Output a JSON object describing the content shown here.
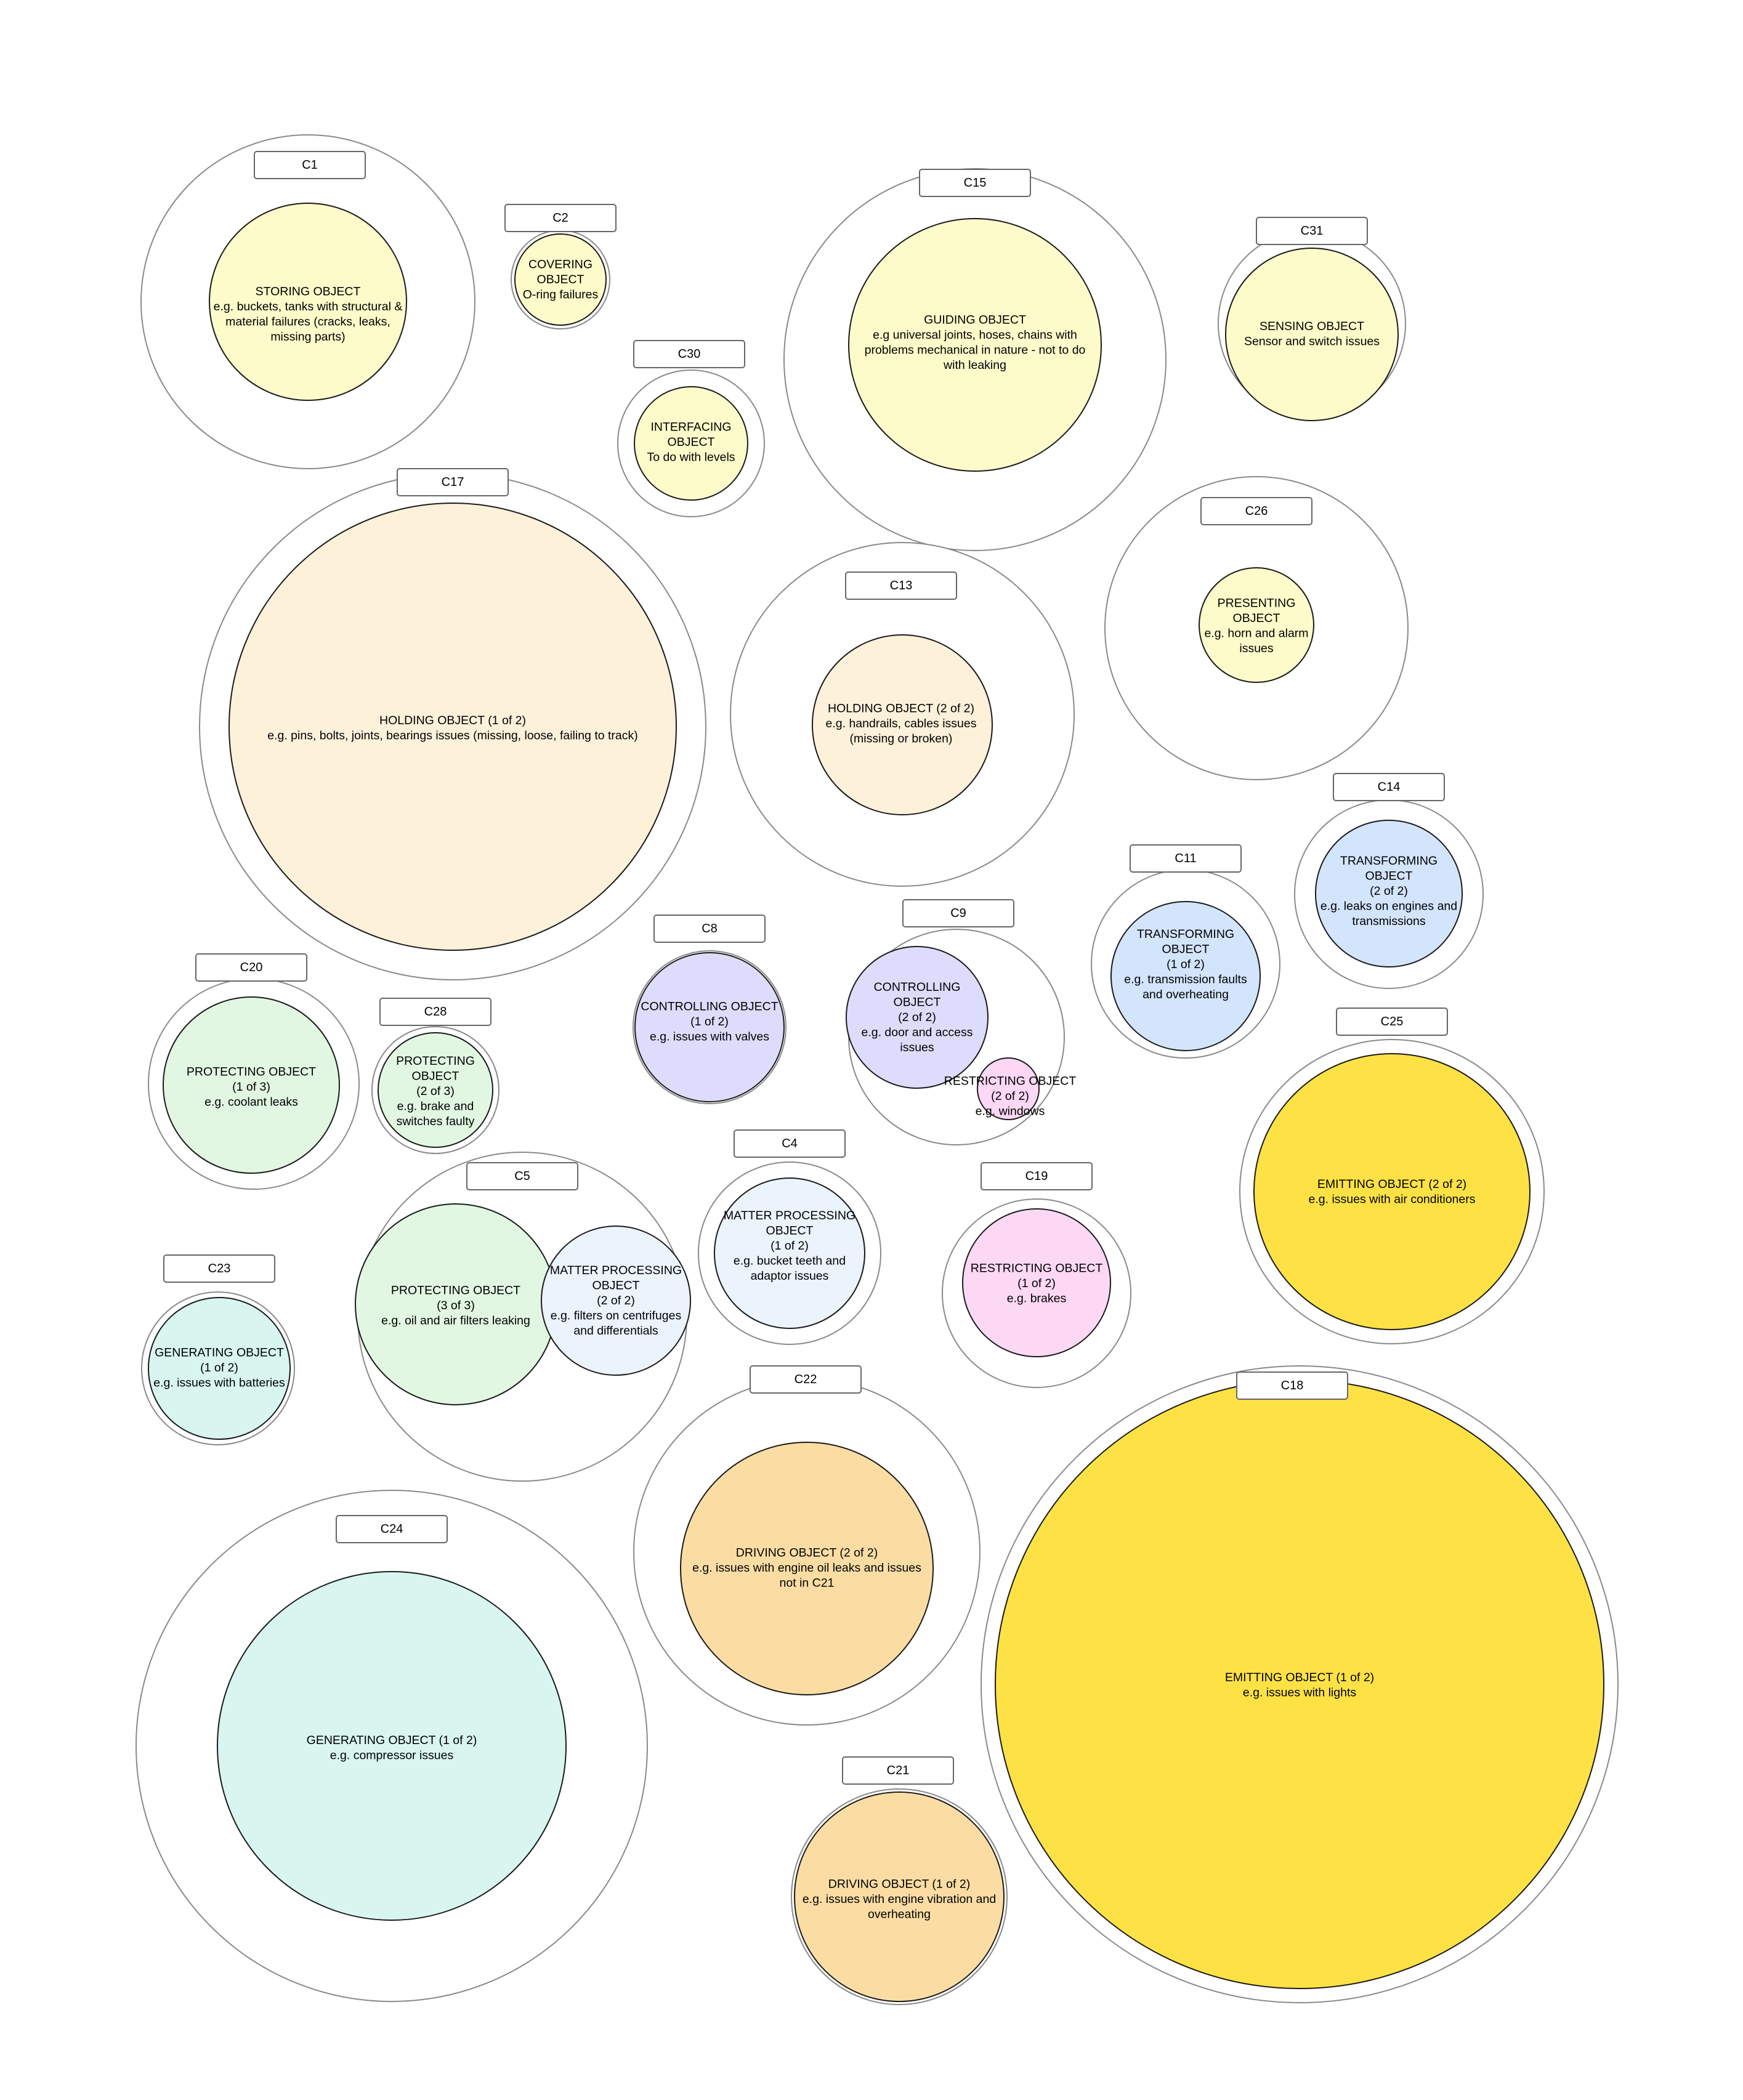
{
  "colors": {
    "yellow_light": "#fdfbca",
    "cream": "#fdf1da",
    "lavender": "#dedcfc",
    "light_blue": "#d3e4fd",
    "pale_blue": "#ebf3fd",
    "light_green": "#e1f7e2",
    "mint": "#d8f6ef",
    "pink": "#fdd8f5",
    "orange": "#fbdda4",
    "yellow": "#fee245",
    "outer_stroke": "#8a8a8a"
  },
  "clusters": [
    {
      "id": "C1",
      "label": "C1",
      "objects": [
        {
          "color": "yellow_light",
          "lines": [
            "STORING OBJECT",
            "e.g. buckets, tanks with structural &",
            "material failures (cracks, leaks,",
            "missing parts)"
          ]
        }
      ]
    },
    {
      "id": "C2",
      "label": "C2",
      "objects": [
        {
          "color": "yellow_light",
          "lines": [
            "COVERING",
            "OBJECT",
            "O-ring failures"
          ]
        }
      ]
    },
    {
      "id": "C30",
      "label": "C30",
      "objects": [
        {
          "color": "yellow_light",
          "lines": [
            "INTERFACING",
            "OBJECT",
            "To do with levels"
          ]
        }
      ]
    },
    {
      "id": "C15",
      "label": "C15",
      "objects": [
        {
          "color": "yellow_light",
          "lines": [
            "GUIDING OBJECT",
            "e.g universal joints, hoses, chains with",
            "problems mechanical in nature - not to do",
            "with leaking"
          ]
        }
      ]
    },
    {
      "id": "C31",
      "label": "C31",
      "objects": [
        {
          "color": "yellow_light",
          "lines": [
            "SENSING OBJECT",
            "Sensor and switch issues"
          ]
        }
      ]
    },
    {
      "id": "C17",
      "label": "C17",
      "objects": [
        {
          "color": "cream",
          "lines": [
            "HOLDING OBJECT (1 of 2)",
            "e.g. pins, bolts, joints, bearings issues (missing, loose, failing to track)"
          ]
        }
      ]
    },
    {
      "id": "C13",
      "label": "C13",
      "objects": [
        {
          "color": "cream",
          "lines": [
            "HOLDING OBJECT (2 of 2)",
            "e.g. handrails, cables issues",
            "(missing or broken)"
          ]
        }
      ]
    },
    {
      "id": "C26",
      "label": "C26",
      "objects": [
        {
          "color": "yellow_light",
          "lines": [
            "PRESENTING",
            "OBJECT",
            "e.g. horn and alarm",
            "issues"
          ]
        }
      ]
    },
    {
      "id": "C14",
      "label": "C14",
      "objects": [
        {
          "color": "light_blue",
          "lines": [
            "TRANSFORMING",
            "OBJECT",
            "(2 of 2)",
            "e.g. leaks on engines and",
            "transmissions"
          ]
        }
      ]
    },
    {
      "id": "C11",
      "label": "C11",
      "objects": [
        {
          "color": "light_blue",
          "lines": [
            "TRANSFORMING",
            "OBJECT",
            "(1 of 2)",
            "e.g. transmission faults",
            "and overheating"
          ]
        }
      ]
    },
    {
      "id": "C8",
      "label": "C8",
      "objects": [
        {
          "color": "lavender",
          "lines": [
            "CONTROLLING OBJECT",
            "(1 of 2)",
            "e.g. issues with valves"
          ]
        }
      ]
    },
    {
      "id": "C9",
      "label": "C9",
      "objects": [
        {
          "color": "lavender",
          "lines": [
            "CONTROLLING",
            "OBJECT",
            "(2 of 2)",
            "e.g. door and access",
            "issues"
          ]
        },
        {
          "color": "pink",
          "lines": [
            "RESTRICTING OBJECT",
            "(2 of 2)",
            "e.g. windows"
          ]
        }
      ]
    },
    {
      "id": "C20",
      "label": "C20",
      "objects": [
        {
          "color": "light_green",
          "lines": [
            "PROTECTING OBJECT",
            "(1 of 3)",
            "e.g. coolant leaks"
          ]
        }
      ]
    },
    {
      "id": "C28",
      "label": "C28",
      "objects": [
        {
          "color": "light_green",
          "lines": [
            "PROTECTING",
            "OBJECT",
            "(2 of 3)",
            "e.g. brake and",
            "switches faulty"
          ]
        }
      ]
    },
    {
      "id": "C25",
      "label": "C25",
      "objects": [
        {
          "color": "yellow",
          "lines": [
            "EMITTING OBJECT (2 of 2)",
            "e.g. issues with air conditioners"
          ]
        }
      ]
    },
    {
      "id": "C4",
      "label": "C4",
      "objects": [
        {
          "color": "pale_blue",
          "lines": [
            "MATTER PROCESSING",
            "OBJECT",
            "(1 of 2)",
            "e.g. bucket teeth and",
            "adaptor issues"
          ]
        }
      ]
    },
    {
      "id": "C5",
      "label": "C5",
      "objects": [
        {
          "color": "light_green",
          "lines": [
            "PROTECTING OBJECT",
            "(3 of 3)",
            "e.g. oil and air filters leaking"
          ]
        },
        {
          "color": "pale_blue",
          "lines": [
            "MATTER PROCESSING",
            "OBJECT",
            "(2 of 2)",
            "e.g. filters on centrifuges",
            "and differentials"
          ]
        }
      ]
    },
    {
      "id": "C19",
      "label": "C19",
      "objects": [
        {
          "color": "pink",
          "lines": [
            "RESTRICTING OBJECT",
            "(1 of 2)",
            "e.g. brakes"
          ]
        }
      ]
    },
    {
      "id": "C23",
      "label": "C23",
      "objects": [
        {
          "color": "mint",
          "lines": [
            "GENERATING OBJECT",
            "(1 of 2)",
            "e.g. issues with batteries"
          ]
        }
      ]
    },
    {
      "id": "C22",
      "label": "C22",
      "objects": [
        {
          "color": "orange",
          "lines": [
            "DRIVING OBJECT (2 of 2)",
            "e.g. issues with engine oil leaks and issues",
            "not in C21"
          ]
        }
      ]
    },
    {
      "id": "C18",
      "label": "C18",
      "objects": [
        {
          "color": "yellow",
          "lines": [
            "EMITTING OBJECT (1 of 2)",
            "e.g. issues with lights"
          ]
        }
      ]
    },
    {
      "id": "C24",
      "label": "C24",
      "objects": [
        {
          "color": "mint",
          "lines": [
            "GENERATING OBJECT (1 of 2)",
            "e.g. compressor issues"
          ]
        }
      ]
    },
    {
      "id": "C21",
      "label": "C21",
      "objects": [
        {
          "color": "orange",
          "lines": [
            "DRIVING OBJECT (1 of 2)",
            "e.g. issues with engine vibration and",
            "overheating"
          ]
        }
      ]
    }
  ]
}
